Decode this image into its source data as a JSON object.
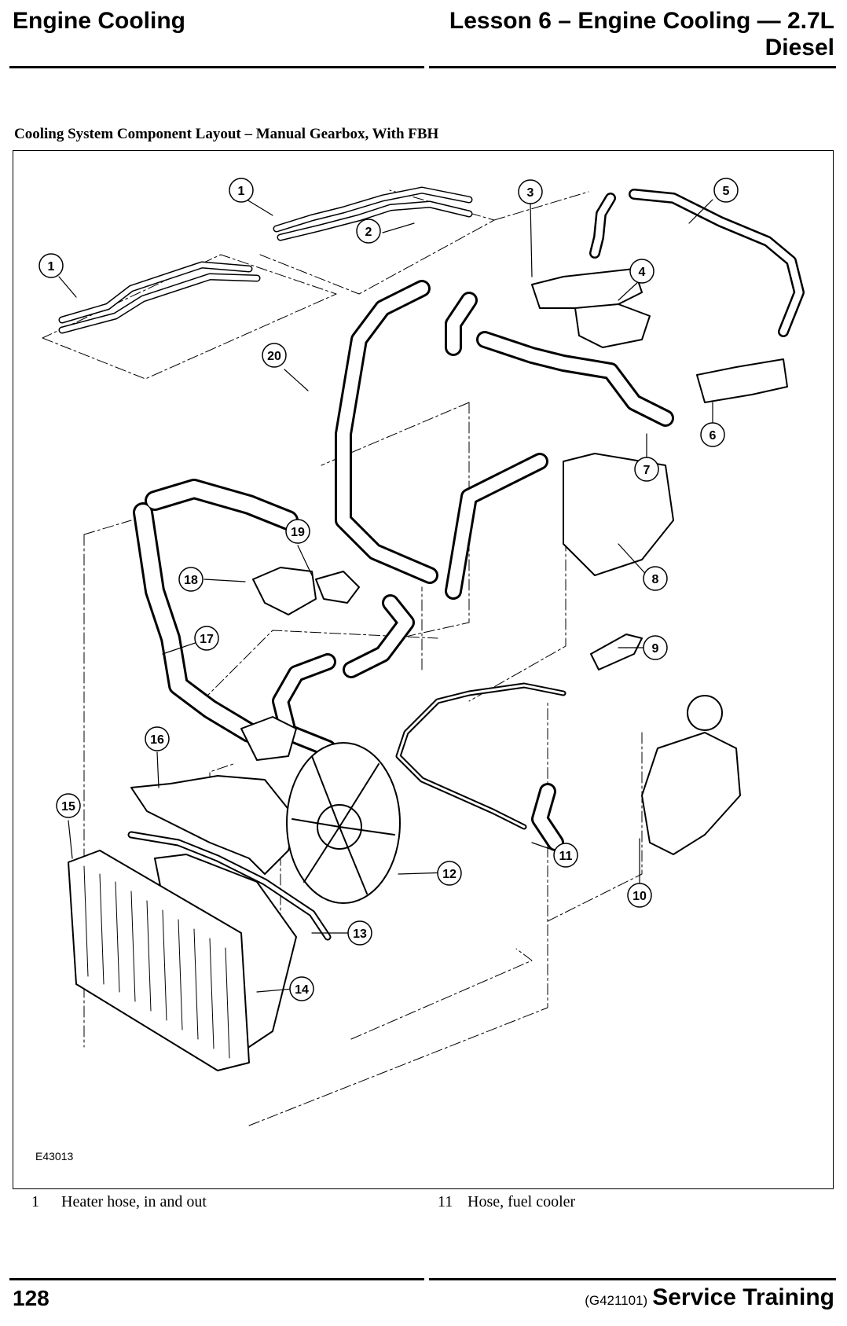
{
  "header": {
    "left_title": "Engine Cooling",
    "right_title_line1": "Lesson 6 – Engine Cooling — 2.7L",
    "right_title_line2": "Diesel"
  },
  "figure": {
    "caption": "Cooling System Component Layout – Manual Gearbox, With FBH",
    "figure_id": "E43013",
    "callouts": [
      "1",
      "1",
      "2",
      "3",
      "4",
      "5",
      "6",
      "7",
      "8",
      "9",
      "10",
      "11",
      "12",
      "13",
      "14",
      "15",
      "16",
      "17",
      "18",
      "19",
      "20"
    ]
  },
  "legend": [
    {
      "num": "1",
      "text": "Heater hose, in and out"
    },
    {
      "num": "11",
      "text": "Hose, fuel cooler"
    }
  ],
  "footer": {
    "page_number": "128",
    "doc_code": "(G421101)",
    "brand": "Service Training"
  }
}
